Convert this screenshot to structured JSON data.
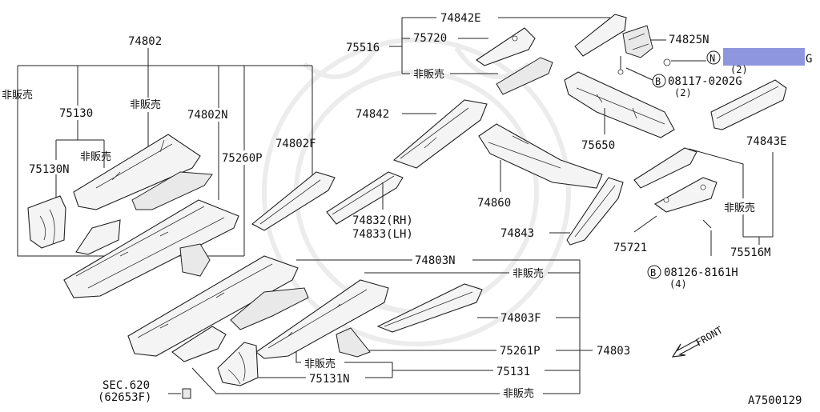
{
  "diagram": {
    "figure_code": "A7500129",
    "front_label": "FRONT",
    "part_numbers": {
      "p74802": "74802",
      "p75130": "75130",
      "p75130N": "75130N",
      "p74802N": "74802N",
      "p75260P": "75260P",
      "p74802F": "74802F",
      "p75516": "75516",
      "p74842E": "74842E",
      "p75720": "75720",
      "p74825N": "74825N",
      "p74842": "74842",
      "p74832": "74832(RH)",
      "p74833": "74833(LH)",
      "p74860": "74860",
      "p75650": "75650",
      "p74843E": "74843E",
      "p74843": "74843",
      "p75721": "75721",
      "p75516M": "75516M",
      "p74803N": "74803N",
      "p74803F": "74803F",
      "p75261P": "75261P",
      "p74803": "74803",
      "p75131": "75131",
      "p75131N": "75131N"
    },
    "not_for_sale": "非販売",
    "fasteners": {
      "bolt_top_code": "08117-0202G",
      "bolt_top_qty": "(2)",
      "nut_symbol": "N",
      "nut_qty": "(2)",
      "nut_suffix": "G",
      "bolt_bottom_code": "08126-8161H",
      "bolt_bottom_qty": "(4)",
      "bolt_symbol": "B"
    },
    "section_ref": {
      "label": "SEC.620",
      "code": "(62653F)"
    },
    "colors": {
      "redaction": "#8f96e0",
      "line": "#222222",
      "part_fill": "#f4f4f4"
    }
  }
}
